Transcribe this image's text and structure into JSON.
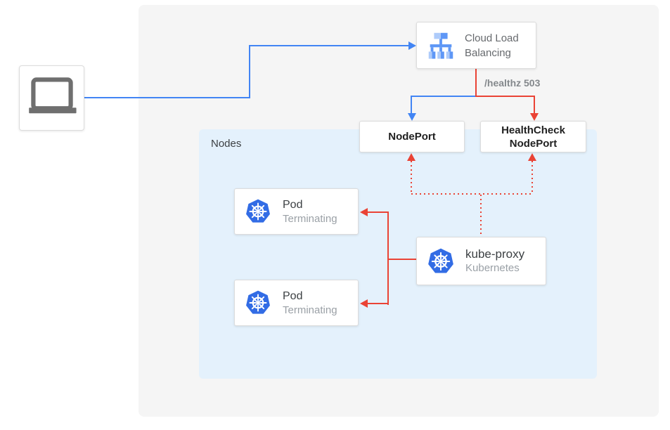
{
  "colors": {
    "blue": "#4285f4",
    "red": "#ea4335",
    "canvas-bg": "#f5f5f5",
    "nodes-bg": "#e4f1fc",
    "card-border": "#dcdcdc",
    "text-dark": "#212121",
    "text-gray": "#66696d",
    "text-light": "#9aa0a6",
    "icon-gray": "#6f6f6f",
    "k8s-blue": "#326ce5"
  },
  "client": {
    "icon": "laptop-icon"
  },
  "cloud_load_balancing": {
    "label": "Cloud Load Balancing",
    "icon": "cloud-load-balancing-icon"
  },
  "health_check": {
    "path_label": "/healthz 503"
  },
  "node_port": {
    "label": "NodePort"
  },
  "health_check_node_port": {
    "label": "HealthCheck NodePort"
  },
  "nodes": {
    "label": "Nodes"
  },
  "pods": [
    {
      "title": "Pod",
      "status": "Terminating",
      "icon": "kubernetes-icon"
    },
    {
      "title": "Pod",
      "status": "Terminating",
      "icon": "kubernetes-icon"
    }
  ],
  "kube_proxy": {
    "title": "kube-proxy",
    "subtitle": "Kubernetes",
    "icon": "kubernetes-icon"
  }
}
